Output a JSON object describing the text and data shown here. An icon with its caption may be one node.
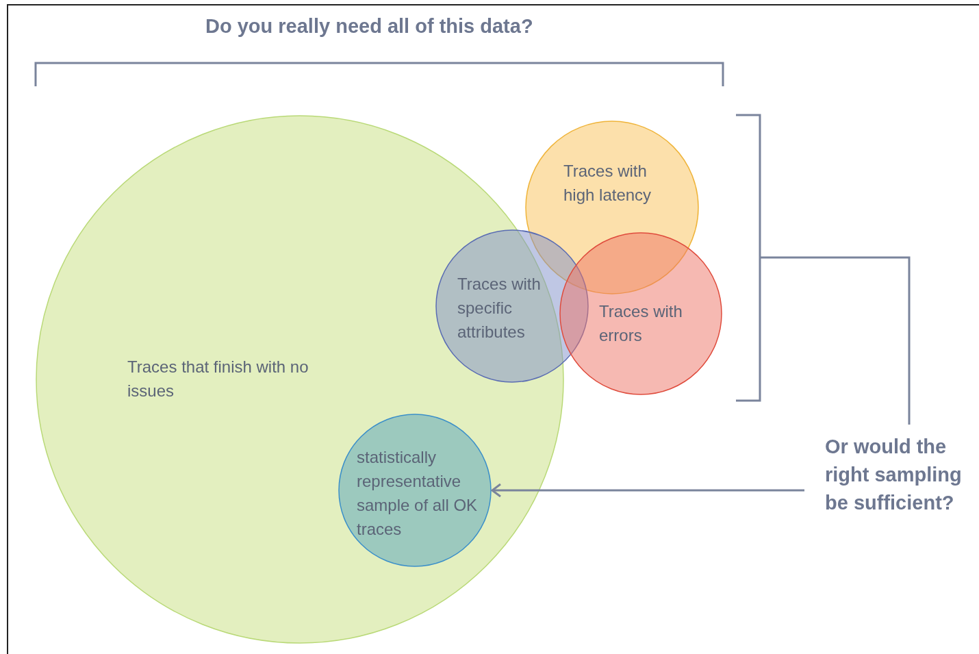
{
  "diagram": {
    "title": "Do you really need all of this data?",
    "nodes": [
      {
        "text": [
          "Traces that finish with no issues"
        ]
      },
      {
        "text": [
          "Traces with high latency"
        ]
      },
      {
        "text": [
          "Traces with specific attributes"
        ]
      },
      {
        "text": [
          "Traces with errors"
        ]
      },
      {
        "text": [
          "statistically representative sample of all OK traces"
        ],
        "in": 0
      },
      {
        "text": [
          "Or would the right sampling be sufficient?"
        ]
      }
    ],
    "edges": [
      {
        "from": 5,
        "to": 4,
        "arrow": "to"
      }
    ]
  }
}
